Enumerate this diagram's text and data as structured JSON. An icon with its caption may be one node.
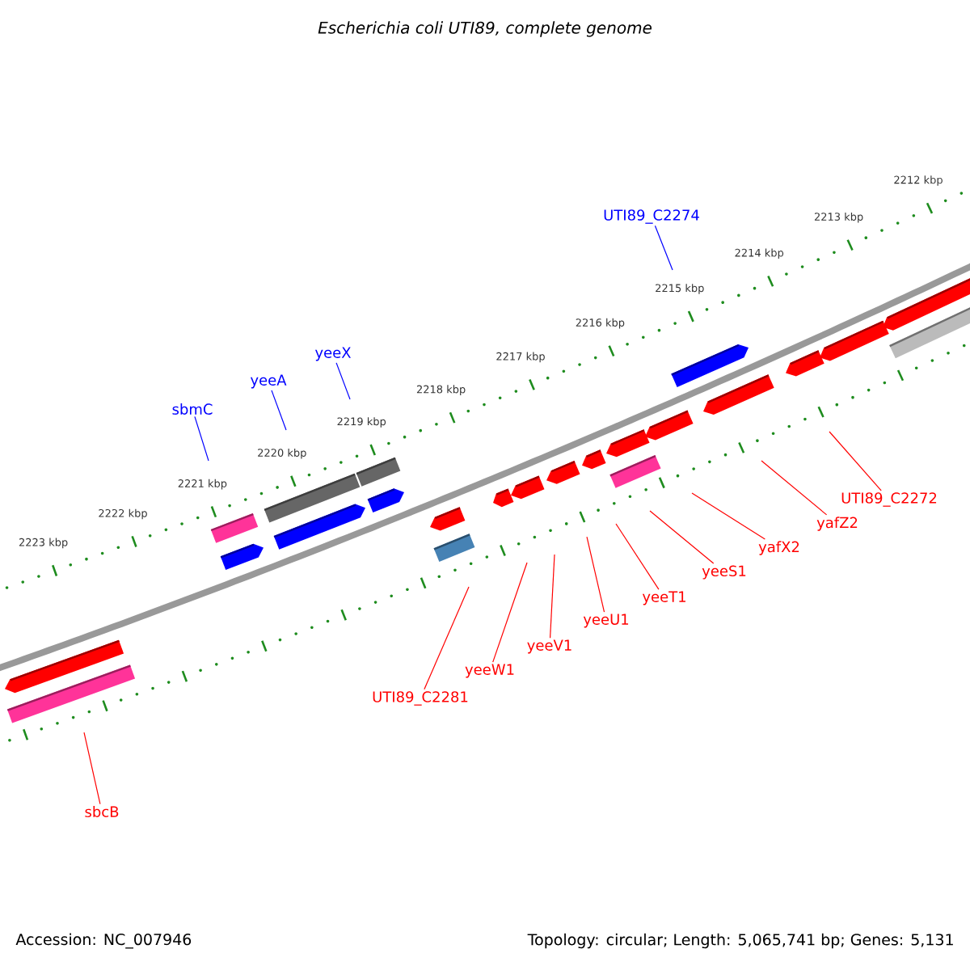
{
  "diagram": {
    "title": "Escherichia coli UTI89, complete genome",
    "nodes": [
      {
        "text": [
          "UTI89_C2274"
        ]
      },
      {
        "text": [
          "yeeX"
        ]
      },
      {
        "text": [
          "yeeA"
        ]
      },
      {
        "text": [
          "sbmC"
        ]
      },
      {
        "text": [
          "UTI89_C2272"
        ]
      },
      {
        "text": [
          "yafZ2"
        ]
      },
      {
        "text": [
          "yafX2"
        ]
      },
      {
        "text": [
          "yeeS1"
        ]
      },
      {
        "text": [
          "yeeT1"
        ]
      },
      {
        "text": [
          "yeeU1"
        ]
      },
      {
        "text": [
          "yeeV1"
        ]
      },
      {
        "text": [
          "yeeW1"
        ]
      },
      {
        "text": [
          "UTI89_C2281"
        ]
      },
      {
        "text": [
          "sbcB"
        ]
      }
    ],
    "edges": [
      {
        "from": 0,
        "to": null,
        "arrow": "none",
        "color": "#0000ff"
      },
      {
        "from": 1,
        "to": null,
        "arrow": "none",
        "color": "#0000ff"
      },
      {
        "from": 2,
        "to": null,
        "arrow": "none",
        "color": "#0000ff"
      },
      {
        "from": 3,
        "to": null,
        "arrow": "none",
        "color": "#0000ff"
      },
      {
        "from": 4,
        "to": null,
        "arrow": "none"
      },
      {
        "from": 5,
        "to": null,
        "arrow": "none"
      },
      {
        "from": 6,
        "to": null,
        "arrow": "none"
      },
      {
        "from": 7,
        "to": null,
        "arrow": "none"
      },
      {
        "from": 8,
        "to": null,
        "arrow": "none"
      },
      {
        "from": 9,
        "to": null,
        "arrow": "none"
      },
      {
        "from": 10,
        "to": null,
        "arrow": "none"
      },
      {
        "from": 11,
        "to": null,
        "arrow": "none"
      },
      {
        "from": 12,
        "to": null,
        "arrow": "none"
      },
      {
        "from": 13,
        "to": null,
        "arrow": "none"
      }
    ],
    "labels": [
      "2212 kbp",
      "2213 kbp",
      "2214 kbp",
      "2215 kbp",
      "2216 kbp",
      "2217 kbp",
      "2218 kbp",
      "2219 kbp",
      "2220 kbp",
      "2221 kbp",
      "2222 kbp",
      "2223 kbp",
      "Accession: NC_007946",
      "Topology: circular; Length: 5,065,741 bp; Genes: 5,131"
    ]
  }
}
